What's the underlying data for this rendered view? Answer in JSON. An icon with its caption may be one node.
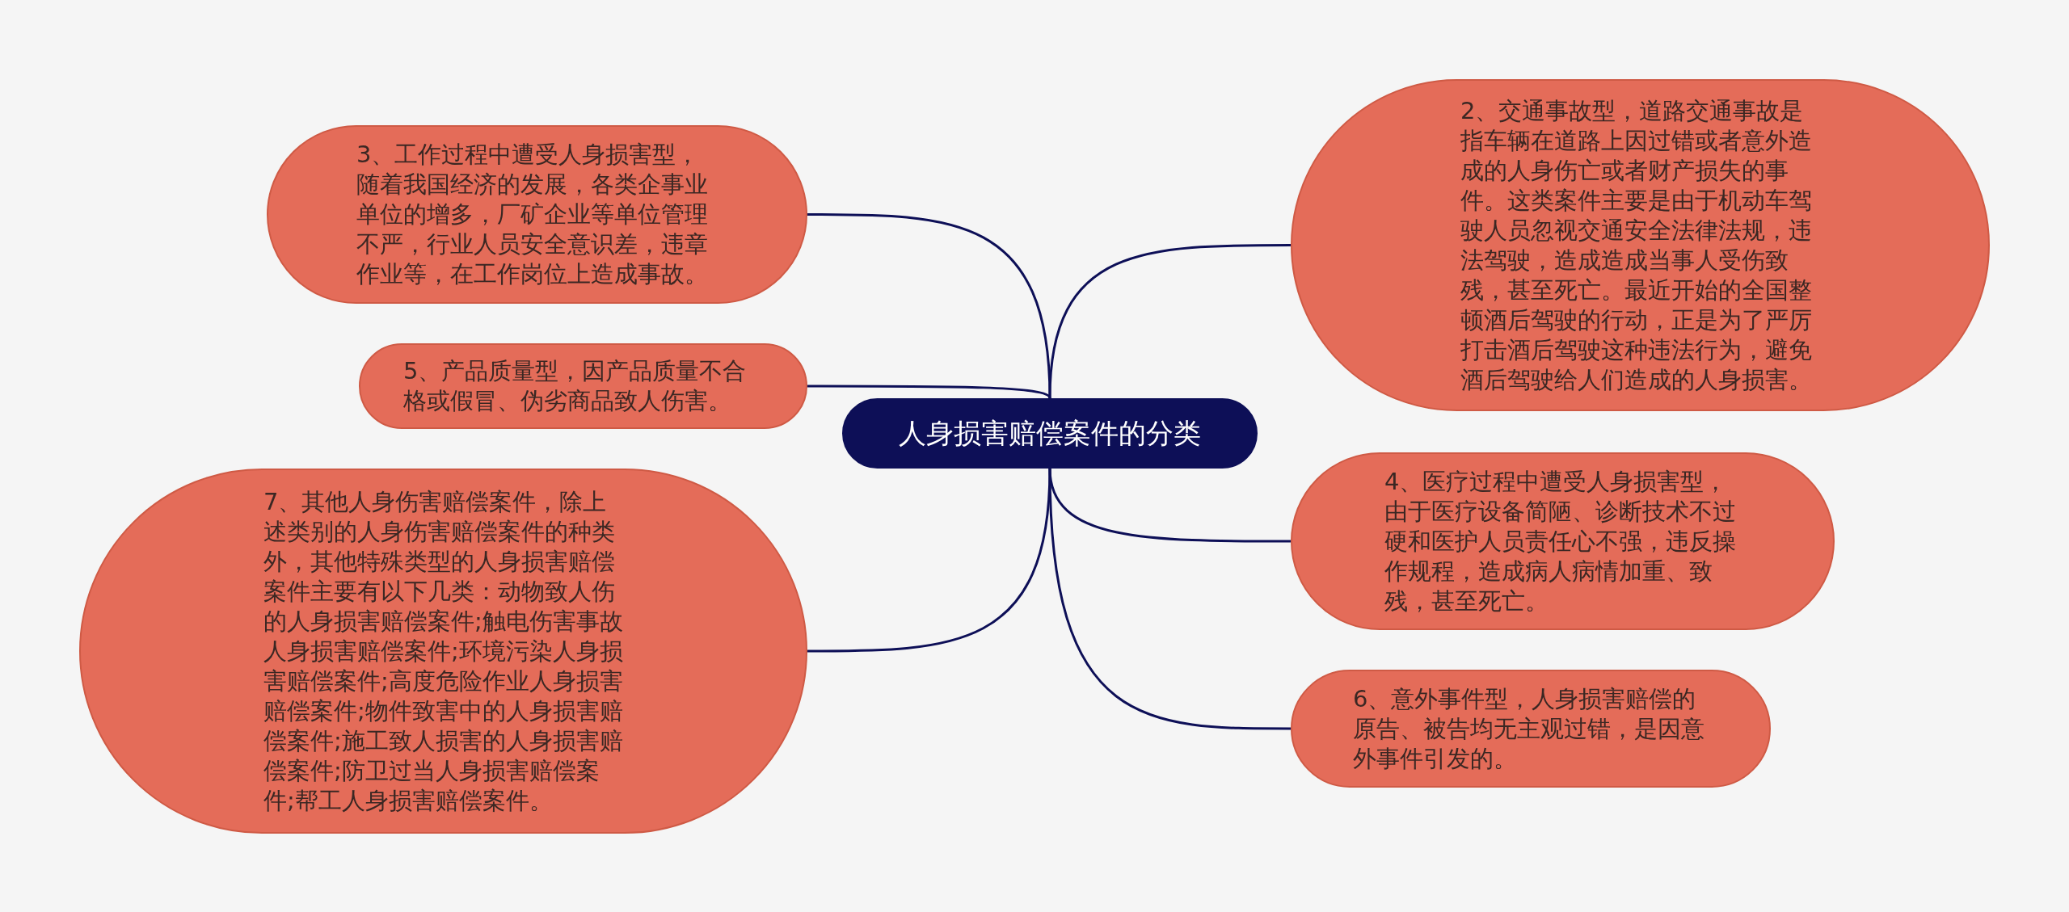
{
  "diagram": {
    "nodes": [
      {
        "text": [
          "人身损害赔偿案件的分类"
        ]
      },
      {
        "text": [
          "2、交通事故型，道路交通事故是指车辆在道路上因过错或者意外造成的人身伤亡或者财产损失的事件。这类案件主要是由于机动车驾驶人员忽视交通安全法律法规，违法驾驶，造成造成当事人受伤致残，甚至死亡。最近开始的全国整顿酒后驾驶的行动，正是为了严厉打击酒后驾驶这种违法行为，避免酒后驾驶给人们造成的人身损害。"
        ]
      },
      {
        "text": [
          "3、工作过程中遭受人身损害型，随着我国经济的发展，各类企事业单位的增多，厂矿企业等单位管理不严，行业人员安全意识差，违章作业等，在工作岗位上造成事故。"
        ]
      },
      {
        "text": [
          "4、医疗过程中遭受人身损害型，由于医疗设备简陋、诊断技术不过硬和医护人员责任心不强，违反操作规程，造成病人病情加重、致残，甚至死亡。"
        ]
      },
      {
        "text": [
          "5、产品质量型，因产品质量不合格或假冒、伪劣商品致人伤害。"
        ]
      },
      {
        "text": [
          "6、意外事件型，人身损害赔偿的原告、被告均无主观过错，是因意外事件引发的。"
        ]
      },
      {
        "text": [
          "7、其他人身伤害赔偿案件，除上述类别的人身伤害赔偿案件的种类外，其他特殊类型的人身损害赔偿案件主要有以下几类：动物致人伤的人身损害赔偿案件;触电伤害事故人身损害赔偿案件;环境污染人身损害赔偿案件;高度危险作业人身损害赔偿案件;物件致害中的人身损害赔偿案件;施工致人损害的人身损害赔偿案件;防卫过当人身损害赔偿案件;帮工人身损害赔偿案件。"
        ]
      }
    ],
    "edges": [
      {
        "from": 0,
        "to": 1,
        "arrow": "none"
      },
      {
        "from": 0,
        "to": 2,
        "arrow": "none"
      },
      {
        "from": 0,
        "to": 3,
        "arrow": "none"
      },
      {
        "from": 0,
        "to": 4,
        "arrow": "none"
      },
      {
        "from": 0,
        "to": 5,
        "arrow": "none"
      },
      {
        "from": 0,
        "to": 6,
        "arrow": "none"
      }
    ]
  }
}
